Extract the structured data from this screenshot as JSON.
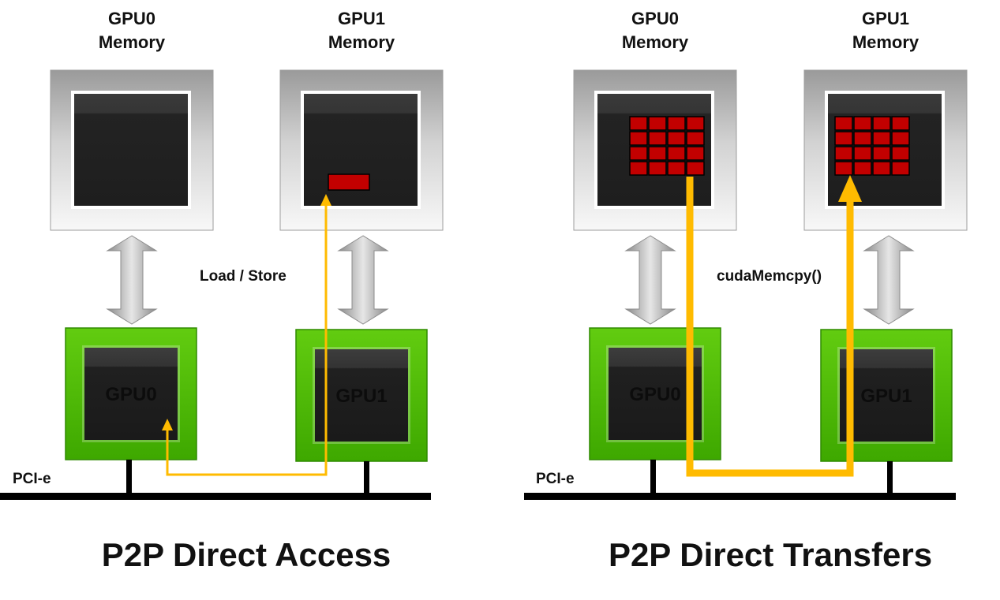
{
  "panels": [
    {
      "id": "access",
      "title": "P2P Direct Access",
      "memory_labels": [
        [
          "GPU0",
          "Memory"
        ],
        [
          "GPU1",
          "Memory"
        ]
      ],
      "gpu_labels": [
        "GPU0",
        "GPU1"
      ],
      "bus_label": "PCI-e",
      "operation_label": "Load / Store"
    },
    {
      "id": "transfers",
      "title": "P2P Direct Transfers",
      "memory_labels": [
        [
          "GPU0",
          "Memory"
        ],
        [
          "GPU1",
          "Memory"
        ]
      ],
      "gpu_labels": [
        "GPU0",
        "GPU1"
      ],
      "bus_label": "PCI-e",
      "operation_label": "cudaMemcpy()"
    }
  ],
  "colors": {
    "gpu_green": "#4cb800",
    "data_red": "#c20000",
    "path_yellow": "#ffbb00",
    "bus_black": "#000000"
  }
}
